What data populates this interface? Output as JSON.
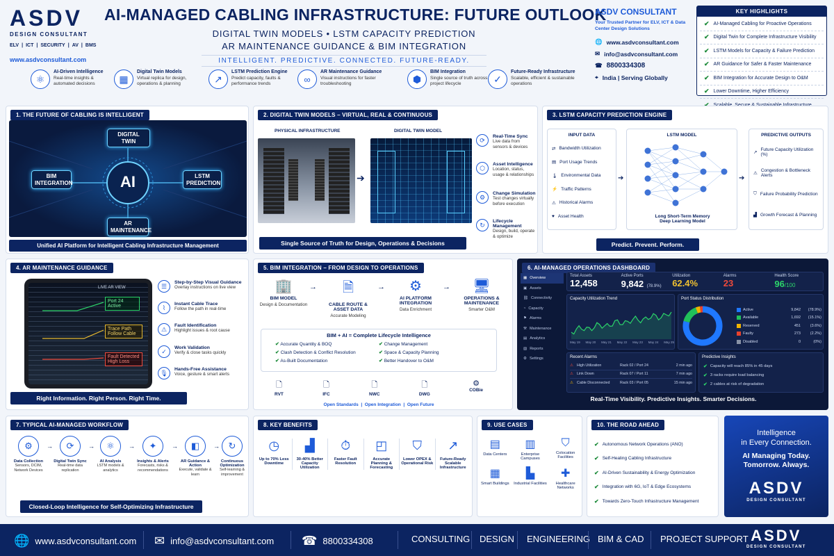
{
  "header": {
    "logo": "ASDV",
    "logo_sub": "DESIGN CONSULTANT",
    "services": [
      "ELV",
      "ICT",
      "SECURITY",
      "AV",
      "BMS"
    ],
    "website": "www.asdvconsultant.com",
    "title": "AI-MANAGED CABLING INFRASTRUCTURE: FUTURE OUTLOOK",
    "subtitle1": "DIGITAL TWIN MODELS • LSTM CAPACITY PREDICTION",
    "subtitle2": "AR MAINTENANCE GUIDANCE & BIM INTEGRATION",
    "tagline": "INTELLIGENT. PREDICTIVE. CONNECTED. FUTURE-READY."
  },
  "consultant": {
    "name": "ASDV CONSULTANT",
    "tagline": "Your Trusted Partner for ELV, ICT & Data Center Design Solutions",
    "website": "www.asdvconsultant.com",
    "email": "info@asdvconsultant.com",
    "phone": "8800334308",
    "location": "India | Serving Globally"
  },
  "features": [
    {
      "title": "AI-Driven Intelligence",
      "desc": "Real-time insights & automated decisions",
      "icon": "brain-icon"
    },
    {
      "title": "Digital Twin Models",
      "desc": "Virtual replica for design, operations & planning",
      "icon": "city-icon"
    },
    {
      "title": "LSTM Prediction Engine",
      "desc": "Predict capacity, faults & performance trends",
      "icon": "trend-icon"
    },
    {
      "title": "AR Maintenance Guidance",
      "desc": "Visual instructions for faster troubleshooting",
      "icon": "ar-glasses-icon"
    },
    {
      "title": "BIM Integration",
      "desc": "Single source of truth across project lifecycle",
      "icon": "bim-icon"
    },
    {
      "title": "Future-Ready Infrastructure",
      "desc": "Scalable, efficient & sustainable operations",
      "icon": "shield-check-icon"
    }
  ],
  "highlights": {
    "title": "KEY HIGHLIGHTS",
    "items": [
      "AI-Managed Cabling for Proactive Operations",
      "Digital Twin for Complete Infrastructure Visibility",
      "LSTM Models for Capacity & Failure Prediction",
      "AR Guidance for Safer & Faster Maintenance",
      "BIM Integration for Accurate Design to O&M",
      "Lower Downtime, Higher Efficiency",
      "Scalable, Secure & Sustainable Infrastructure"
    ]
  },
  "s1": {
    "title": "1. THE FUTURE OF CABLING IS INTELLIGENT",
    "center": "AI",
    "nodes": [
      "DIGITAL TWIN",
      "BIM INTEGRATION",
      "LSTM PREDICTION",
      "AR MAINTENANCE"
    ],
    "footer": "Unified AI Platform for Intelligent Cabling Infrastructure Management"
  },
  "s2": {
    "title": "2. DIGITAL TWIN MODELS – VIRTUAL, REAL & CONTINUOUS",
    "label_physical": "PHYSICAL INFRASTRUCTURE",
    "label_twin": "DIGITAL TWIN MODEL",
    "items": [
      {
        "title": "Real-Time Sync",
        "desc": "Live data from sensors & devices"
      },
      {
        "title": "Asset Intelligence",
        "desc": "Location, status, usage & relationships"
      },
      {
        "title": "Change Simulation",
        "desc": "Test changes virtually before execution"
      },
      {
        "title": "Lifecycle Management",
        "desc": "Design, build, operate & optimize"
      }
    ],
    "footer": "Single Source of Truth for Design, Operations & Decisions"
  },
  "s3": {
    "title": "3. LSTM CAPACITY PREDICTION ENGINE",
    "input_title": "INPUT DATA",
    "inputs": [
      "Bandwidth Utilization",
      "Port Usage Trends",
      "Environmental Data",
      "Traffic Patterns",
      "Historical Alarms",
      "Asset Health"
    ],
    "model_title": "LSTM MODEL",
    "model_caption1": "Long Short-Term Memory",
    "model_caption2": "Deep Learning Model",
    "output_title": "PREDICTIVE OUTPUTS",
    "outputs": [
      "Future Capacity Utilization (%)",
      "Congestion & Bottleneck Alerts",
      "Failure Probability Prediction",
      "Growth Forecast & Planning"
    ],
    "footer": "Predict. Prevent. Perform."
  },
  "s4": {
    "title": "4. AR MAINTENANCE GUIDANCE",
    "screen_label": "LIVE AR VIEW",
    "overlay1": "Port 24 Active",
    "overlay2": "Trace Path Follow Cable",
    "overlay3": "Fault Detected High Loss",
    "items": [
      {
        "title": "Step-by-Step Visual Guidance",
        "desc": "Overlay instructions on live view"
      },
      {
        "title": "Instant Cable Trace",
        "desc": "Follow the path in real-time"
      },
      {
        "title": "Fault Identification",
        "desc": "Highlight issues & root cause"
      },
      {
        "title": "Work Validation",
        "desc": "Verify & close tasks quickly"
      },
      {
        "title": "Hands-Free Assistance",
        "desc": "Voice, gesture & smart alerts"
      }
    ],
    "footer": "Right Information. Right Person. Right Time."
  },
  "s5": {
    "title": "5. BIM INTEGRATION – FROM DESIGN TO OPERATIONS",
    "steps": [
      {
        "title": "BIM MODEL",
        "desc": "Design & Documentation"
      },
      {
        "title": "CABLE ROUTE & ASSET DATA",
        "desc": "Accurate Modeling"
      },
      {
        "title": "AI PLATFORM INTEGRATION",
        "desc": "Data Enrichment"
      },
      {
        "title": "OPERATIONS & MAINTENANCE",
        "desc": "Smarter O&M"
      }
    ],
    "box_title": "BIM + AI = Complete Lifecycle Intelligence",
    "left_items": [
      "Accurate Quantity & BOQ",
      "Clash Detection & Conflict Resolution",
      "As-Built Documentation"
    ],
    "right_items": [
      "Change Management",
      "Space & Capacity Planning",
      "Better Handover to O&M"
    ],
    "formats": [
      "RVT",
      "IFC",
      "NWC",
      "DWG",
      "COBie"
    ],
    "footer_links": [
      "Open Standards",
      "Open Integration",
      "Open Future"
    ]
  },
  "s6": {
    "title": "6. AI-MANAGED OPERATIONS DASHBOARD",
    "menu": [
      "Overview",
      "Assets",
      "Connectivity",
      "Capacity",
      "Alarms",
      "Maintenance",
      "Analytics",
      "Reports",
      "Settings"
    ],
    "kpis": [
      {
        "label": "Total Assets",
        "value": "12,458",
        "sub": ""
      },
      {
        "label": "Active Ports",
        "value": "9,842",
        "sub": "(78.9%)"
      },
      {
        "label": "Utilization",
        "value": "62.4%",
        "sub": ""
      },
      {
        "label": "Alarms",
        "value": "23",
        "sub": ""
      },
      {
        "label": "Health Score",
        "value": "96",
        "sub": "/100"
      }
    ],
    "trend_title": "Capacity Utilization Trend",
    "trend_dates": [
      "May 19",
      "May 20",
      "May 21",
      "May 22",
      "May 23",
      "May 24",
      "May 25"
    ],
    "status_title": "Port Status Distribution",
    "status": [
      {
        "label": "Active",
        "count": "9,842",
        "pct": "(78.9%)",
        "value": 78.9,
        "color": "#1f78ff"
      },
      {
        "label": "Available",
        "count": "1,692",
        "pct": "(15.1%)",
        "value": 15.1,
        "color": "#21c05a"
      },
      {
        "label": "Reserved",
        "count": "451",
        "pct": "(3.6%)",
        "value": 3.6,
        "color": "#f0b400"
      },
      {
        "label": "Faulty",
        "count": "273",
        "pct": "(2.2%)",
        "value": 2.2,
        "color": "#e8412c"
      },
      {
        "label": "Disabled",
        "count": "0",
        "pct": "(0%)",
        "value": 0,
        "color": "#8892a6"
      }
    ],
    "alarms_title": "Recent Alarms",
    "alarms": [
      {
        "name": "High Utilization",
        "loc": "Rack 02 / Port 24",
        "time": "2 min ago"
      },
      {
        "name": "Link Down",
        "loc": "Rack 07 / Port 11",
        "time": "7 min ago"
      },
      {
        "name": "Cable Disconnected",
        "loc": "Rack 03 / Port 05",
        "time": "15 min ago"
      }
    ],
    "insights_title": "Predictive Insights",
    "insights": [
      "Capacity will reach 85% in 45 days",
      "3 racks require load balancing",
      "2 cables at risk of degradation"
    ],
    "footer": "Real-Time Visibility. Predictive Insights. Smarter Decisions."
  },
  "s7": {
    "title": "7. TYPICAL AI-MANAGED WORKFLOW",
    "steps": [
      {
        "title": "Data Collection",
        "desc": "Sensors, DCIM, Network Devices"
      },
      {
        "title": "Digital Twin Sync",
        "desc": "Real-time data replication"
      },
      {
        "title": "AI Analysis",
        "desc": "LSTM models & analytics"
      },
      {
        "title": "Insights & Alerts",
        "desc": "Forecasts, risks & recommendations"
      },
      {
        "title": "AR Guidance & Action",
        "desc": "Execute, validate & learn"
      },
      {
        "title": "Continuous Optimization",
        "desc": "Self-learning & improvement"
      }
    ],
    "footer": "Closed-Loop Intelligence for Self-Optimizing Infrastructure"
  },
  "s8": {
    "title": "8. KEY BENEFITS",
    "items": [
      "Up to 70% Less Downtime",
      "30-40% Better Capacity Utilization",
      "Faster Fault Resolution",
      "Accurate Planning & Forecasting",
      "Lower OPEX & Operational Risk",
      "Future-Ready Scalable Infrastructure"
    ]
  },
  "s9": {
    "title": "9. USE CASES",
    "items": [
      "Data Centers",
      "Enterprise Campuses",
      "Colocation Facilities",
      "Smart Buildings",
      "Industrial Facilities",
      "Healthcare Networks"
    ]
  },
  "s10": {
    "title": "10. THE ROAD AHEAD",
    "items": [
      "Autonomous Network Operations (ANO)",
      "Self-Healing Cabling Infrastructure",
      "AI-Driven Sustainability & Energy Optimization",
      "Integration with 6G, IoT & Edge Ecosystems",
      "Towards Zero-Touch Infrastructure Management"
    ]
  },
  "promo": {
    "line1": "Intelligence",
    "line2": "in Every Connection.",
    "line3": "AI Managing Today.",
    "line4": "Tomorrow. Always.",
    "logo": "ASDV",
    "logo_sub": "DESIGN CONSULTANT"
  },
  "footer": {
    "website": "www.asdvconsultant.com",
    "email": "info@asdvconsultant.com",
    "phone": "8800334308",
    "services": [
      "CONSULTING",
      "DESIGN",
      "ENGINEERING",
      "BIM & CAD",
      "PROJECT SUPPORT"
    ],
    "logo": "ASDV",
    "logo_sub": "DESIGN CONSULTANT"
  }
}
